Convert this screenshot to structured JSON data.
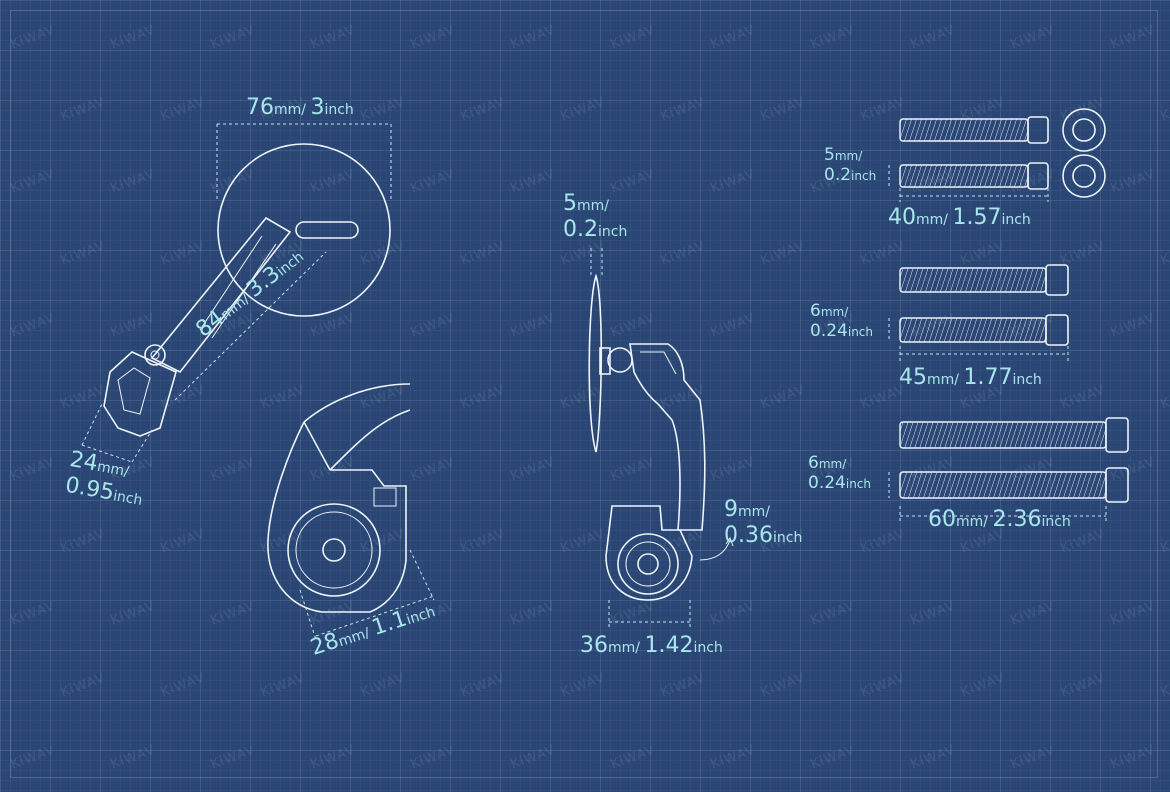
{
  "watermark": "KiWAV",
  "dimensions": {
    "mirror_diameter": {
      "value1": "76",
      "unit1": "mm",
      "value2": "3",
      "unit2": "inch"
    },
    "arm_length": {
      "value1": "84",
      "unit1": "mm",
      "value2": "3.3",
      "unit2": "inch"
    },
    "clamp_width_top": {
      "value1": "24",
      "unit1": "mm",
      "value2": "0.95",
      "unit2": "inch"
    },
    "clamp_bore": {
      "value1": "28",
      "unit1": "mm",
      "value2": "1.1",
      "unit2": "inch"
    },
    "mirror_thickness": {
      "value1": "5",
      "unit1": "mm",
      "value2": "0.2",
      "unit2": "inch"
    },
    "clamp_gap": {
      "value1": "9",
      "unit1": "mm",
      "value2": "0.36",
      "unit2": "inch"
    },
    "clamp_width_side": {
      "value1": "36",
      "unit1": "mm",
      "value2": "1.42",
      "unit2": "inch"
    },
    "bolt1_dia": {
      "value1": "5",
      "unit1": "mm",
      "value2": "0.2",
      "unit2": "inch"
    },
    "bolt1_len": {
      "value1": "40",
      "unit1": "mm",
      "value2": "1.57",
      "unit2": "inch"
    },
    "bolt2_dia": {
      "value1": "6",
      "unit1": "mm",
      "value2": "0.24",
      "unit2": "inch"
    },
    "bolt2_len": {
      "value1": "45",
      "unit1": "mm",
      "value2": "1.77",
      "unit2": "inch"
    },
    "bolt3_dia": {
      "value1": "6",
      "unit1": "mm",
      "value2": "0.24",
      "unit2": "inch"
    },
    "bolt3_len": {
      "value1": "60",
      "unit1": "mm",
      "value2": "2.36",
      "unit2": "inch"
    }
  },
  "colors": {
    "background": "#2a4675",
    "line": "#eef4fb",
    "dimension": "#a8e6ec"
  }
}
